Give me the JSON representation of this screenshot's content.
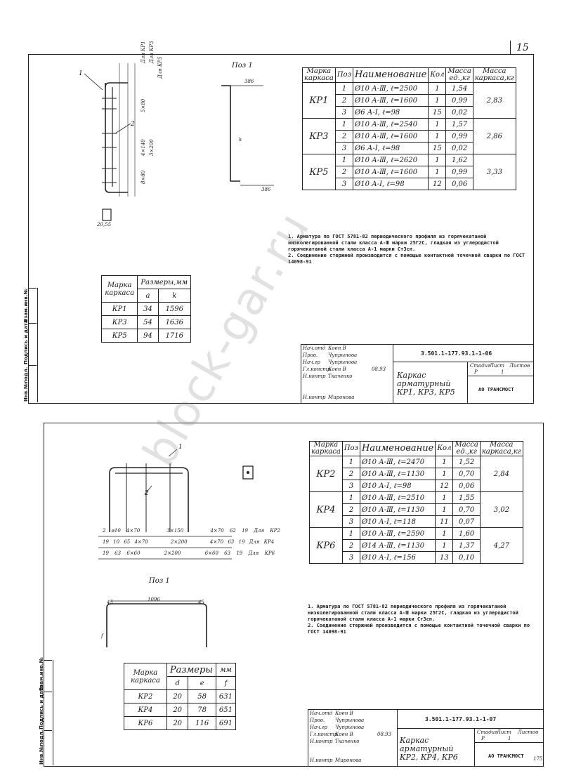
{
  "page_number": "15",
  "watermark": "block-gar.ru",
  "sheet1": {
    "side_strip": [
      "Взам.инв.№",
      "Подпись и дата",
      "Инв.№подл."
    ],
    "drawing_labels": {
      "pos": "Поз 1",
      "mark1": "1",
      "mark2": "2",
      "dim_top": "386",
      "dim_bottom": "386",
      "dim_k": "k",
      "small": "20,55"
    },
    "vertical_dims": [
      "Для КР1",
      "Для КР3",
      "Для КР5",
      "5×80",
      "4×140",
      "3×200",
      "8×80"
    ],
    "spec": {
      "headers": {
        "brand": "Марка каркаса",
        "pos": "Поз",
        "name": "Наименование",
        "qty": "Кол",
        "mass_unit": "Масса ед.,кг",
        "mass_total": "Масса каркаса,кг"
      },
      "groups": [
        {
          "brand": "КР1",
          "total": "2,83",
          "rows": [
            {
              "pos": "1",
              "name": "Ø10 А-Ⅲ, ℓ=2500",
              "qty": "1",
              "mass": "1,54"
            },
            {
              "pos": "2",
              "name": "Ø10 А-Ⅲ, ℓ=1600",
              "qty": "1",
              "mass": "0,99"
            },
            {
              "pos": "3",
              "name": "Ø6 А-I, ℓ=98",
              "qty": "15",
              "mass": "0,02"
            }
          ]
        },
        {
          "brand": "КР3",
          "total": "2,86",
          "rows": [
            {
              "pos": "1",
              "name": "Ø10 А-Ⅲ, ℓ=2540",
              "qty": "1",
              "mass": "1,57"
            },
            {
              "pos": "2",
              "name": "Ø10 А-Ⅲ, ℓ=1600",
              "qty": "1",
              "mass": "0,99"
            },
            {
              "pos": "3",
              "name": "Ø6 А-I, ℓ=98",
              "qty": "15",
              "mass": "0,02"
            }
          ]
        },
        {
          "brand": "КР5",
          "total": "3,33",
          "rows": [
            {
              "pos": "1",
              "name": "Ø10 А-Ⅲ, ℓ=2620",
              "qty": "1",
              "mass": "1,62"
            },
            {
              "pos": "2",
              "name": "Ø10 А-Ⅲ, ℓ=1600",
              "qty": "1",
              "mass": "0,99"
            },
            {
              "pos": "3",
              "name": "Ø10 А-I, ℓ=98",
              "qty": "12",
              "mass": "0,06"
            }
          ]
        }
      ]
    },
    "notes": "1. Арматура по ГОСТ 5781-82 периодического профиля из горячекатаной низколегированной стали класса А-Ⅲ марки 25Г2С, гладкая из углеродистой горячекатаной стали класса А-1 марки Ст3сп.\n2. Соединение стержней производится с помощью контактной точечной сварки по ГОСТ 14098-91",
    "dims": {
      "h1": "Марка каркаса",
      "h2": "Размеры,мм",
      "c1": "a",
      "c2": "k",
      "rows": [
        [
          "КР1",
          "34",
          "1596"
        ],
        [
          "КР3",
          "54",
          "1636"
        ],
        [
          "КР5",
          "94",
          "1716"
        ]
      ]
    },
    "stamp": {
      "code": "3.501.1-177.93.1-1-06",
      "title": "Каркас арматурный КР1, КР3, КР5",
      "stage_label": "Стадия",
      "sheet_label": "Лист",
      "sheets_label": "Листов",
      "stage": "Р",
      "sheet": "1",
      "org": "АО ТРАНСМОСТ",
      "people": [
        [
          "Нач.отд",
          "Коен В"
        ],
        [
          "Пров.",
          "Чупрынова"
        ],
        [
          "Нач.гр",
          "Чупрынова"
        ],
        [
          "Гл.констр",
          "Коен В"
        ],
        [
          "Н.контр",
          "Ткаченко"
        ],
        [
          "Н.контр",
          "Миронова"
        ]
      ],
      "date": "08.93"
    }
  },
  "sheet2": {
    "side_strip": [
      "Взам.инв.№",
      "Подпись и дата",
      "Инв.№подл."
    ],
    "drawing_labels": {
      "pos": "Поз 1",
      "mark1": "1",
      "mark2": "2",
      "dim_top": "1096",
      "corner_l": "45",
      "corner_r": "45",
      "dim_f": "f"
    },
    "dim_rows": [
      [
        "2 ø10",
        "4×70",
        "3×150",
        "4×70",
        "62",
        "19",
        "Для КР2"
      ],
      [
        "19",
        "10",
        "65",
        "4×70",
        "2×200",
        "4×70",
        "63",
        "19",
        "Для КР4"
      ],
      [
        "19",
        "63",
        "6×60",
        "2×200",
        "6×60",
        "63",
        "19",
        "Для КР6"
      ]
    ],
    "spec": {
      "headers": {
        "brand": "Марка каркаса",
        "pos": "Поз",
        "name": "Наименование",
        "qty": "Кол",
        "mass_unit": "Масса ед.,кг",
        "mass_total": "Масса каркаса,кг"
      },
      "groups": [
        {
          "brand": "КР2",
          "total": "2,84",
          "rows": [
            {
              "pos": "1",
              "name": "Ø10 А-Ⅲ, ℓ=2470",
              "qty": "1",
              "mass": "1,52"
            },
            {
              "pos": "2",
              "name": "Ø10 А-Ⅲ, ℓ=1130",
              "qty": "1",
              "mass": "0,70"
            },
            {
              "pos": "3",
              "name": "Ø10 А-I, ℓ=98",
              "qty": "12",
              "mass": "0,06"
            }
          ]
        },
        {
          "brand": "КР4",
          "total": "3,02",
          "rows": [
            {
              "pos": "1",
              "name": "Ø10 А-Ⅲ, ℓ=2510",
              "qty": "1",
              "mass": "1,55"
            },
            {
              "pos": "2",
              "name": "Ø10 А-Ⅲ, ℓ=1130",
              "qty": "1",
              "mass": "0,70"
            },
            {
              "pos": "3",
              "name": "Ø10 А-I, ℓ=118",
              "qty": "11",
              "mass": "0,07"
            }
          ]
        },
        {
          "brand": "КР6",
          "total": "4,27",
          "rows": [
            {
              "pos": "1",
              "name": "Ø10 А-Ⅲ, ℓ=2590",
              "qty": "1",
              "mass": "1,60"
            },
            {
              "pos": "2",
              "name": "Ø14 А-Ⅲ, ℓ=1130",
              "qty": "1",
              "mass": "1,37"
            },
            {
              "pos": "3",
              "name": "Ø10 А-I, ℓ=156",
              "qty": "13",
              "mass": "0,10"
            }
          ]
        }
      ]
    },
    "notes": "1. Арматура по ГОСТ 5781-82 периодического профиля из горячекатаной низколегированной стали класса А-Ⅲ марки 25Г2С, гладкая из углеродистой горячекатаной стали класса А-1 марки Ст3сп.\n2. Соединение стержней производится с помощью контактной точечной сварки по ГОСТ 14098-91",
    "dims": {
      "h1": "Марка каркаса",
      "h2": "Размеры",
      "h3": "мм",
      "c1": "d",
      "c2": "e",
      "c3": "f",
      "rows": [
        [
          "КР2",
          "20",
          "58",
          "631"
        ],
        [
          "КР4",
          "20",
          "78",
          "651"
        ],
        [
          "КР6",
          "20",
          "116",
          "691"
        ]
      ]
    },
    "stamp": {
      "code": "3.501.1-177.93.1-1-07",
      "title": "Каркас арматурный КР2, КР4, КР6",
      "stage_label": "Стадия",
      "sheet_label": "Лист",
      "sheets_label": "Листов",
      "stage": "Р",
      "sheet": "1",
      "org": "АО ТРАНСМОСТ",
      "corner": "175",
      "people": [
        [
          "Нач.отд",
          "Коен В"
        ],
        [
          "Пров.",
          "Чупрынова"
        ],
        [
          "Нач.гр",
          "Чупрынова"
        ],
        [
          "Гл.констр",
          "Коен В"
        ],
        [
          "Н.контр",
          "Ткаченко"
        ],
        [
          "Н.контр",
          "Миронова"
        ]
      ],
      "date": "08.93"
    }
  }
}
